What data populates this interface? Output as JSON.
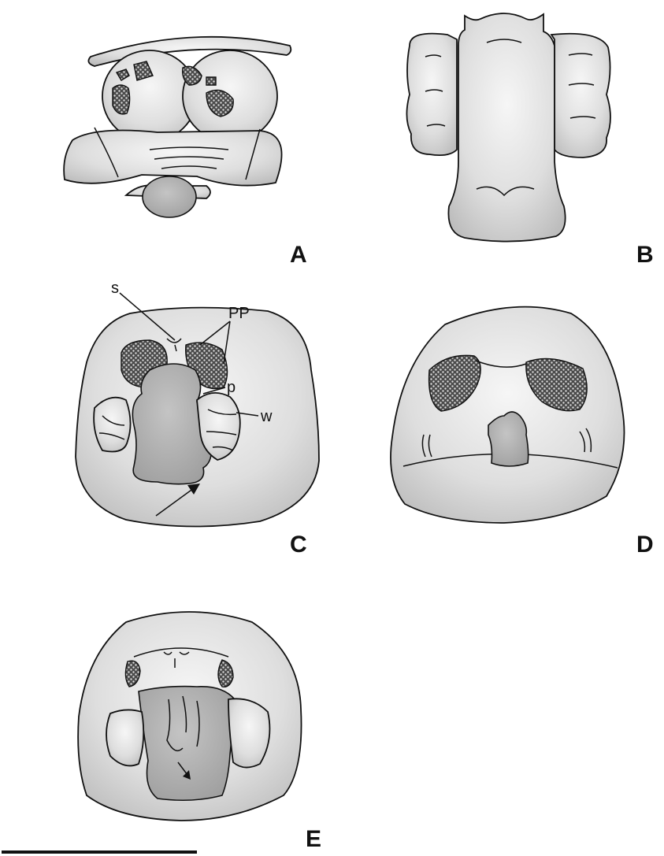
{
  "panels": {
    "a": {
      "label": "A"
    },
    "b": {
      "label": "B"
    },
    "c": {
      "label": "C",
      "annotations": {
        "s": "s",
        "pp": "PP",
        "p": "p",
        "w": "w"
      }
    },
    "d": {
      "label": "D"
    },
    "e": {
      "label": "E"
    }
  },
  "colors": {
    "ink": "#111111",
    "tissue_light": "#f2f2f2",
    "tissue_mid": "#c9c9c9",
    "tissue_dark": "#a8a8a8"
  }
}
